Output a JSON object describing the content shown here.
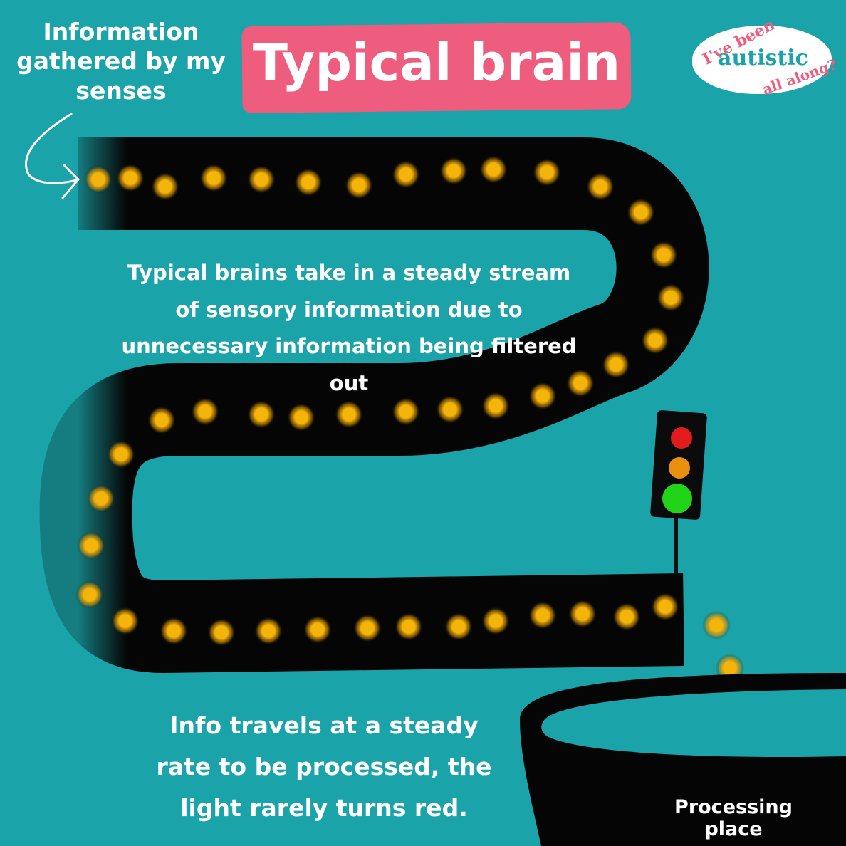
{
  "title": "Typical brain",
  "senses_label": "Information gathered by my senses",
  "description": "Typical brains take in a steady stream of sensory information due to unnecessary information being filtered out",
  "footer_note": "Info travels at a steady rate to be processed, the light rarely turns red.",
  "processing_label": "Processing place",
  "logo": {
    "line1": "I've been",
    "line2": "autistic",
    "line3": "all along?"
  },
  "traffic_light": {
    "lights": [
      "red",
      "amber",
      "green"
    ],
    "active": "green"
  },
  "colors": {
    "background": "#1aa3a8",
    "road": "#050505",
    "orb": "#f5b40a",
    "banner": "#ee5c7e",
    "red": "#e21c1c",
    "amber": "#e9900e",
    "green": "#22d418"
  }
}
